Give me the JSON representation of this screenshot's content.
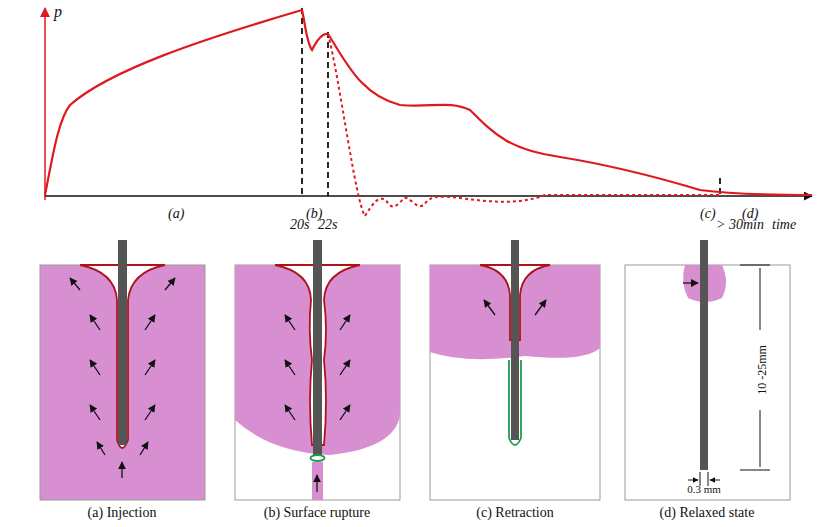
{
  "diagram": {
    "labels": [
      "p",
      "(a)",
      "(b)",
      "20s",
      "22s",
      "(c)",
      "(d)",
      "> 30min",
      "time",
      "(a) Injection",
      "(b)  Surface rupture",
      "(c) Retraction",
      "(d) Relaxed state",
      "10 -25mm",
      "0.3 mm"
    ]
  }
}
